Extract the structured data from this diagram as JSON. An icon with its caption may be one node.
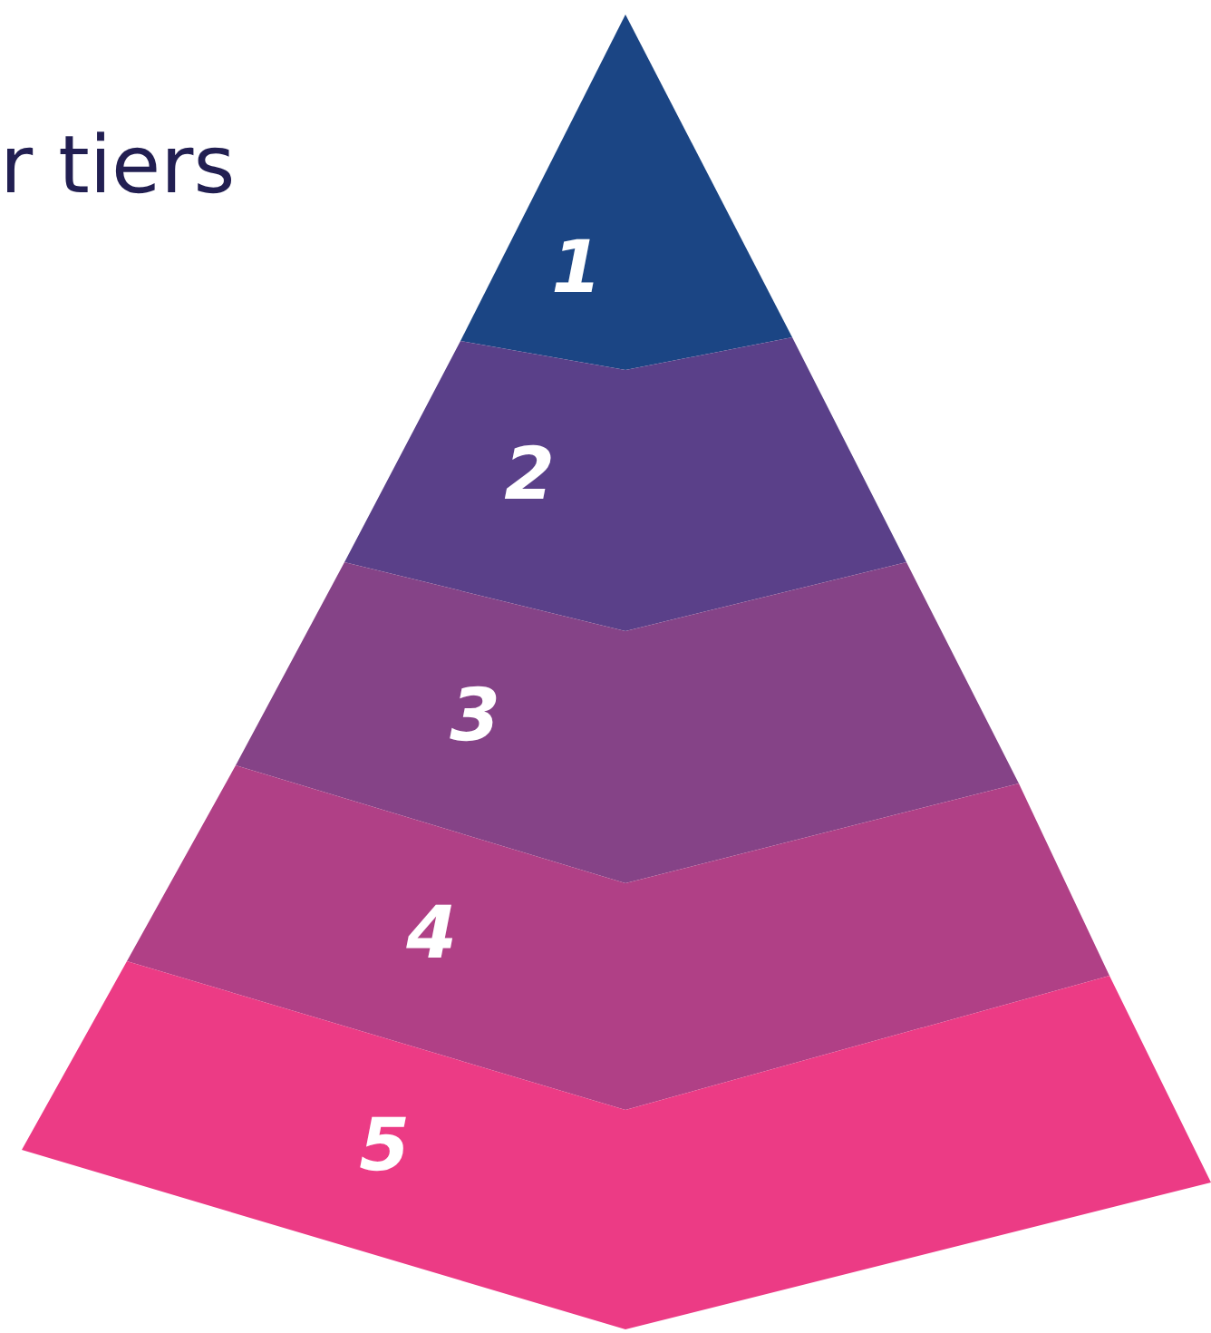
{
  "diagram": {
    "title": "r tiers",
    "nodes": [
      {
        "text": [
          "1"
        ]
      },
      {
        "text": [
          "2"
        ]
      },
      {
        "text": [
          "3"
        ]
      },
      {
        "text": [
          "4"
        ]
      },
      {
        "text": [
          "5"
        ]
      }
    ]
  }
}
